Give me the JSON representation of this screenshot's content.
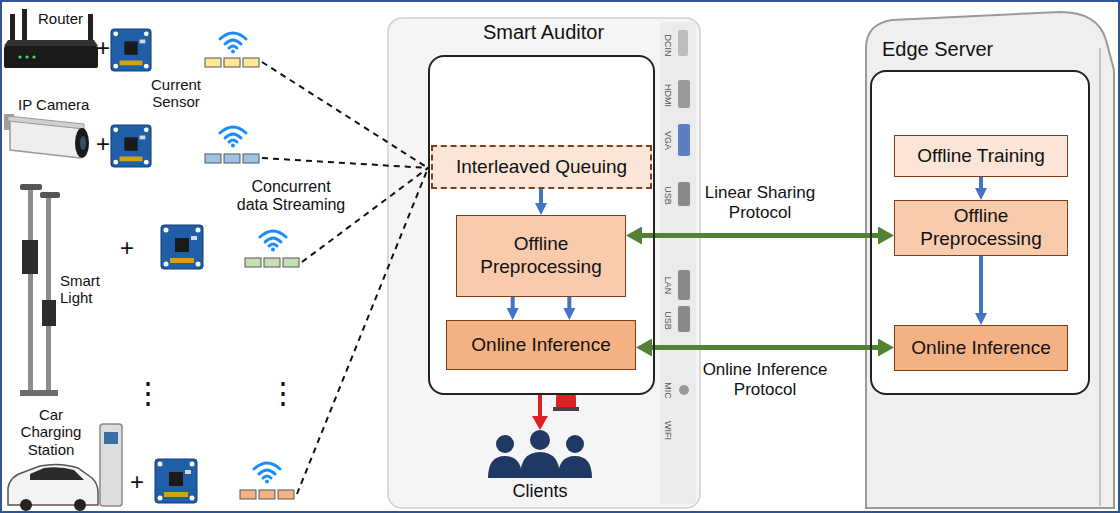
{
  "diagram": {
    "nodes": [
      {
        "text": [
          "Smart Auditor"
        ]
      },
      {
        "text": [
          "Interleaved Queuing"
        ],
        "in": 0
      },
      {
        "text": [
          "Offline Preprocessing"
        ],
        "in": 0
      },
      {
        "text": [
          "Online Inference"
        ],
        "in": 0
      },
      {
        "text": [
          "Edge Server"
        ]
      },
      {
        "text": [
          "Offline Training"
        ],
        "in": 4
      },
      {
        "text": [
          "Offline Preprocessing"
        ],
        "in": 4
      },
      {
        "text": [
          "Online Inference"
        ],
        "in": 4
      }
    ],
    "edges": [
      {
        "from": 1,
        "to": 2,
        "arrow": "to"
      },
      {
        "from": 2,
        "to": 3,
        "arrow": "to"
      },
      {
        "from": 2,
        "to": 3,
        "arrow": "to"
      },
      {
        "from": 5,
        "to": 6,
        "arrow": "to"
      },
      {
        "from": 6,
        "to": 7,
        "arrow": "to"
      },
      {
        "from": 2,
        "to": 6,
        "label": "Linear Sharing Protocol",
        "arrow": "both"
      },
      {
        "from": 3,
        "to": 7,
        "label": "Online Inference Protocol",
        "arrow": "both"
      }
    ],
    "labels": [
      "Router",
      "+",
      "Current Sensor",
      "IP Camera",
      "+",
      "Concurrent data Streaming",
      "Smart Light",
      "+",
      "⋮",
      "⋮",
      "Car Charging Station",
      "+",
      "Clients",
      "DCIN",
      "HDMI",
      "VGA",
      "USB",
      "LAN",
      "USB",
      "MIC",
      "WIFI"
    ]
  }
}
